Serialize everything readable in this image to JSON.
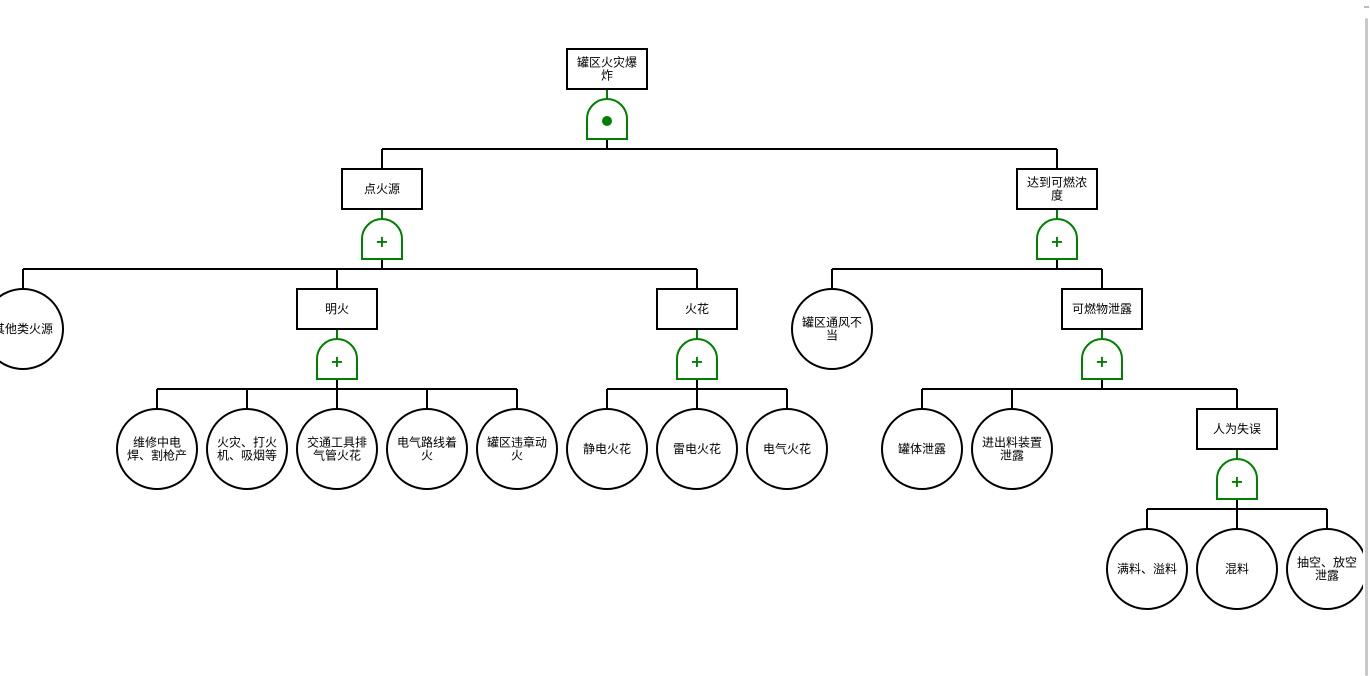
{
  "colors": {
    "gate": "#008000",
    "line": "#000000",
    "box_fill": "#ffffff"
  },
  "events": {
    "top": [
      "罐区火灾爆",
      "炸"
    ],
    "ignition": [
      "点火源"
    ],
    "concentration": [
      "达到可燃浓",
      "度"
    ],
    "other_sources": [
      "其他类火源"
    ],
    "open_fire": [
      "明火"
    ],
    "spark": [
      "火花"
    ],
    "poor_ventilation": [
      "罐区通风不",
      "当"
    ],
    "leak": [
      "可燃物泄露"
    ],
    "repair_welding": [
      "维修中电",
      "焊、割枪产"
    ],
    "fire_lighter": [
      "火灾、打火",
      "机、吸烟等"
    ],
    "exhaust": [
      "交通工具排",
      "气管火花"
    ],
    "wire_fire": [
      "电气路线着",
      "火"
    ],
    "illegal_fire": [
      "罐区违章动",
      "火"
    ],
    "static_spark": [
      "静电火花"
    ],
    "lightning_spark": [
      "雷电火花"
    ],
    "electric_spark": [
      "电气火花"
    ],
    "tank_leak": [
      "罐体泄露"
    ],
    "loading_leak": [
      "进出料装置",
      "泄露"
    ],
    "human_error": [
      "人为失误"
    ],
    "overflow": [
      "满料、溢料"
    ],
    "mixing": [
      "混料"
    ],
    "empty_leak": [
      "抽空、放空",
      "泄露"
    ]
  },
  "gates": {
    "top": "and",
    "ignition": "or",
    "concentration": "or",
    "open_fire": "or",
    "spark": "or",
    "leak": "or",
    "human_error": "or"
  },
  "gate_symbols": {
    "and": "●",
    "or": "+"
  },
  "icons": {
    "and": "and-gate-icon",
    "or": "or-gate-icon"
  }
}
